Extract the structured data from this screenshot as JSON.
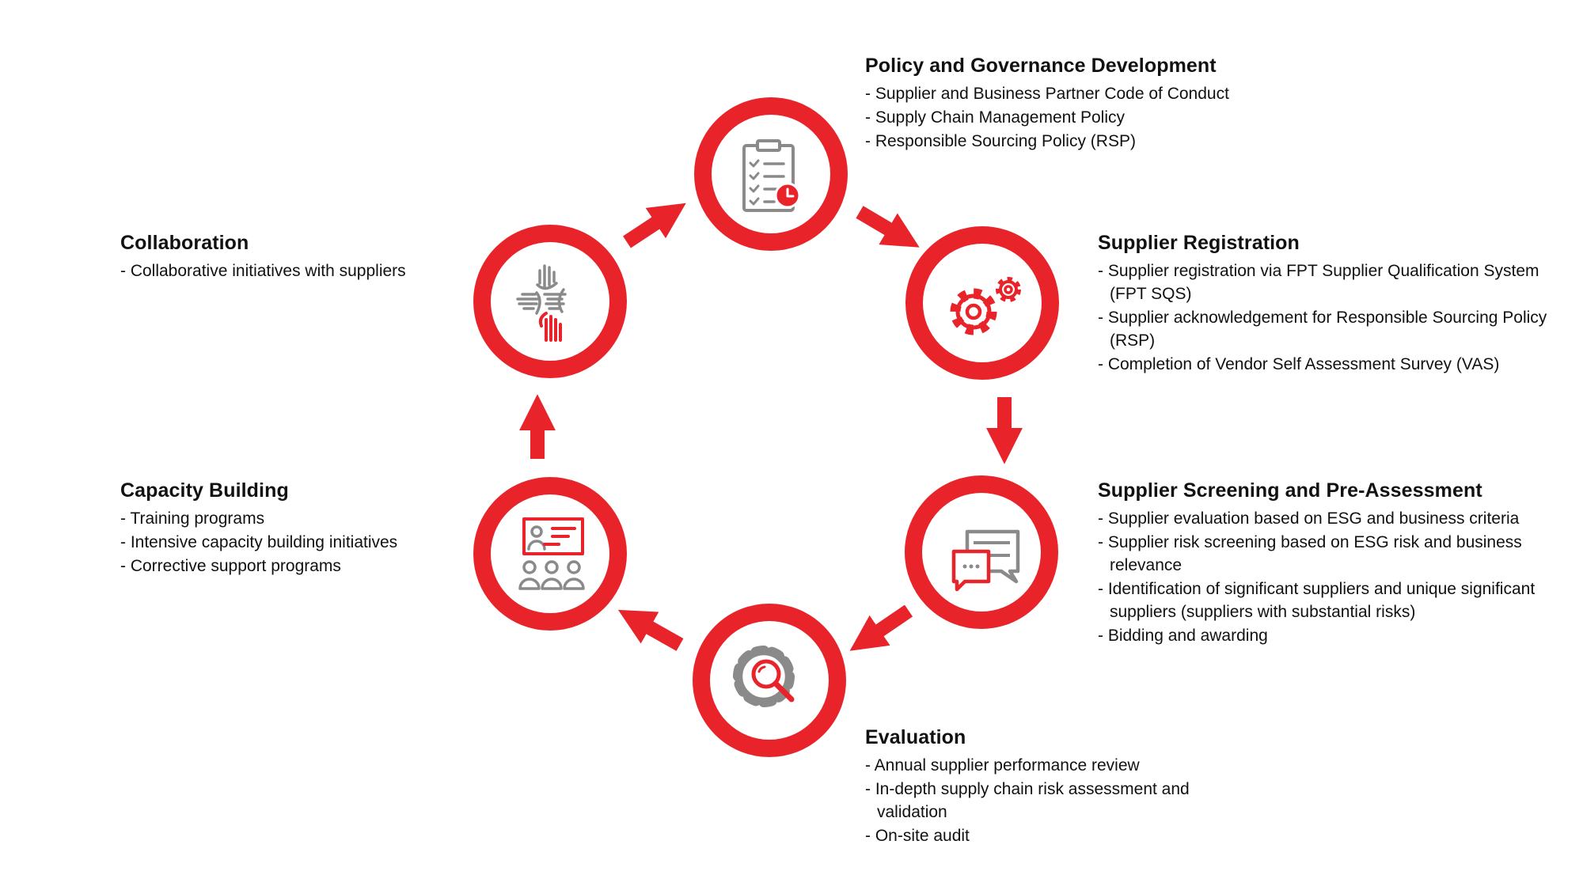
{
  "colors": {
    "accent": "#e8232a",
    "icon_gray": "#8a8a8a",
    "text": "#111111"
  },
  "steps": [
    {
      "icon": "clipboard-clock-icon",
      "title": "Policy and Governance Development",
      "items": [
        "Supplier and Business Partner Code of Conduct",
        "Supply Chain Management Policy",
        "Responsible Sourcing Policy (RSP)"
      ]
    },
    {
      "icon": "gears-icon",
      "title": "Supplier Registration",
      "items": [
        "Supplier registration via FPT Supplier Qualification System (FPT SQS)",
        "Supplier acknowledgement for Responsible Sourcing Policy (RSP)",
        "Completion of Vendor Self Assessment Survey (VAS)"
      ]
    },
    {
      "icon": "chat-bubbles-icon",
      "title": "Supplier Screening and Pre-Assessment",
      "items": [
        "Supplier evaluation based on ESG and business criteria",
        "Supplier risk screening based on ESG risk and business relevance",
        "Identification of significant suppliers and unique significant suppliers (suppliers with substantial risks)",
        "Bidding and awarding"
      ]
    },
    {
      "icon": "gear-magnifier-icon",
      "title": "Evaluation",
      "items": [
        "Annual supplier performance review",
        "In-depth supply chain risk assessment and validation",
        "On-site audit"
      ]
    },
    {
      "icon": "training-audience-icon",
      "title": "Capacity Building",
      "items": [
        "Training programs",
        "Intensive capacity building initiatives",
        "Corrective support programs"
      ]
    },
    {
      "icon": "joined-hands-icon",
      "title": "Collaboration",
      "items": [
        "Collaborative initiatives with suppliers"
      ]
    }
  ]
}
